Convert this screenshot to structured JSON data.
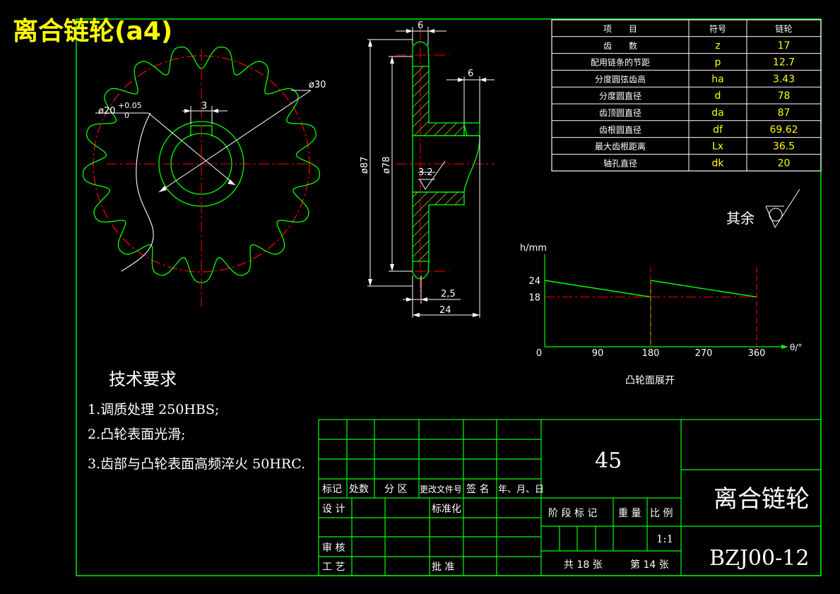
{
  "title": "离合链轮(a4)",
  "front_view": {
    "dim_bore": "ø20",
    "tol_upper": "+0.05",
    "tol_lower": "0",
    "dim_key": "3",
    "dim_d30": "ø30"
  },
  "section_view": {
    "dim_top6": "6",
    "dim_hub6": "6",
    "dim_d87": "ø87",
    "dim_d78": "ø78",
    "dim_25": "2,5",
    "dim_24": "24",
    "roughness": "3.2"
  },
  "param_table": {
    "headers": [
      "项　　目",
      "符号",
      "链轮"
    ],
    "rows": [
      [
        "齿　　数",
        "z",
        "17"
      ],
      [
        "配用链条的节距",
        "p",
        "12.7"
      ],
      [
        "分度圆弦齿高",
        "ha",
        "3.43"
      ],
      [
        "分度圆直径",
        "d",
        "78"
      ],
      [
        "齿顶圆直径",
        "da",
        "87"
      ],
      [
        "齿根圆直径",
        "df",
        "69.62"
      ],
      [
        "最大齿根距离",
        "Lx",
        "36.5"
      ],
      [
        "轴孔直径",
        "dk",
        "20"
      ]
    ]
  },
  "roughness_rest": "其余",
  "cam_chart": {
    "title": "凸轮面展开",
    "ylabel": "h/mm",
    "xlabel": "θ/°",
    "yticks": [
      "24",
      "18"
    ],
    "xticks": [
      "0",
      "90",
      "180",
      "270",
      "360"
    ]
  },
  "chart_data": {
    "type": "line",
    "title": "凸轮面展开",
    "xlabel": "θ/°",
    "ylabel": "h/mm",
    "x_ticks": [
      0,
      90,
      180,
      270,
      360
    ],
    "y_ticks": [
      18,
      24
    ],
    "series": [
      {
        "x": [
          0,
          180
        ],
        "y": [
          24,
          18
        ]
      },
      {
        "x": [
          180,
          360
        ],
        "y": [
          24,
          18
        ]
      }
    ]
  },
  "tech_req": {
    "heading": "技术要求",
    "items": [
      "1.调质处理 250HBS;",
      "2.凸轮表面光滑;",
      "3.齿部与凸轮表面高频淬火 50HRC."
    ]
  },
  "title_block": {
    "material": "45",
    "part_name": "离合链轮",
    "drawing_no": "BZJ00-12",
    "col_labels": [
      "标记",
      "处数",
      "分 区",
      "更改文件号",
      "签 名",
      "年、月、日"
    ],
    "design": "设 计",
    "standard": "标准化",
    "review": "审 核",
    "process": "工 艺",
    "approve": "批 准",
    "stage": "阶 段 标 记",
    "weight": "重 量",
    "scale_label": "比 例",
    "scale": "1:1",
    "sheets": "共 18 张",
    "sheet_no": "第 14 张"
  }
}
